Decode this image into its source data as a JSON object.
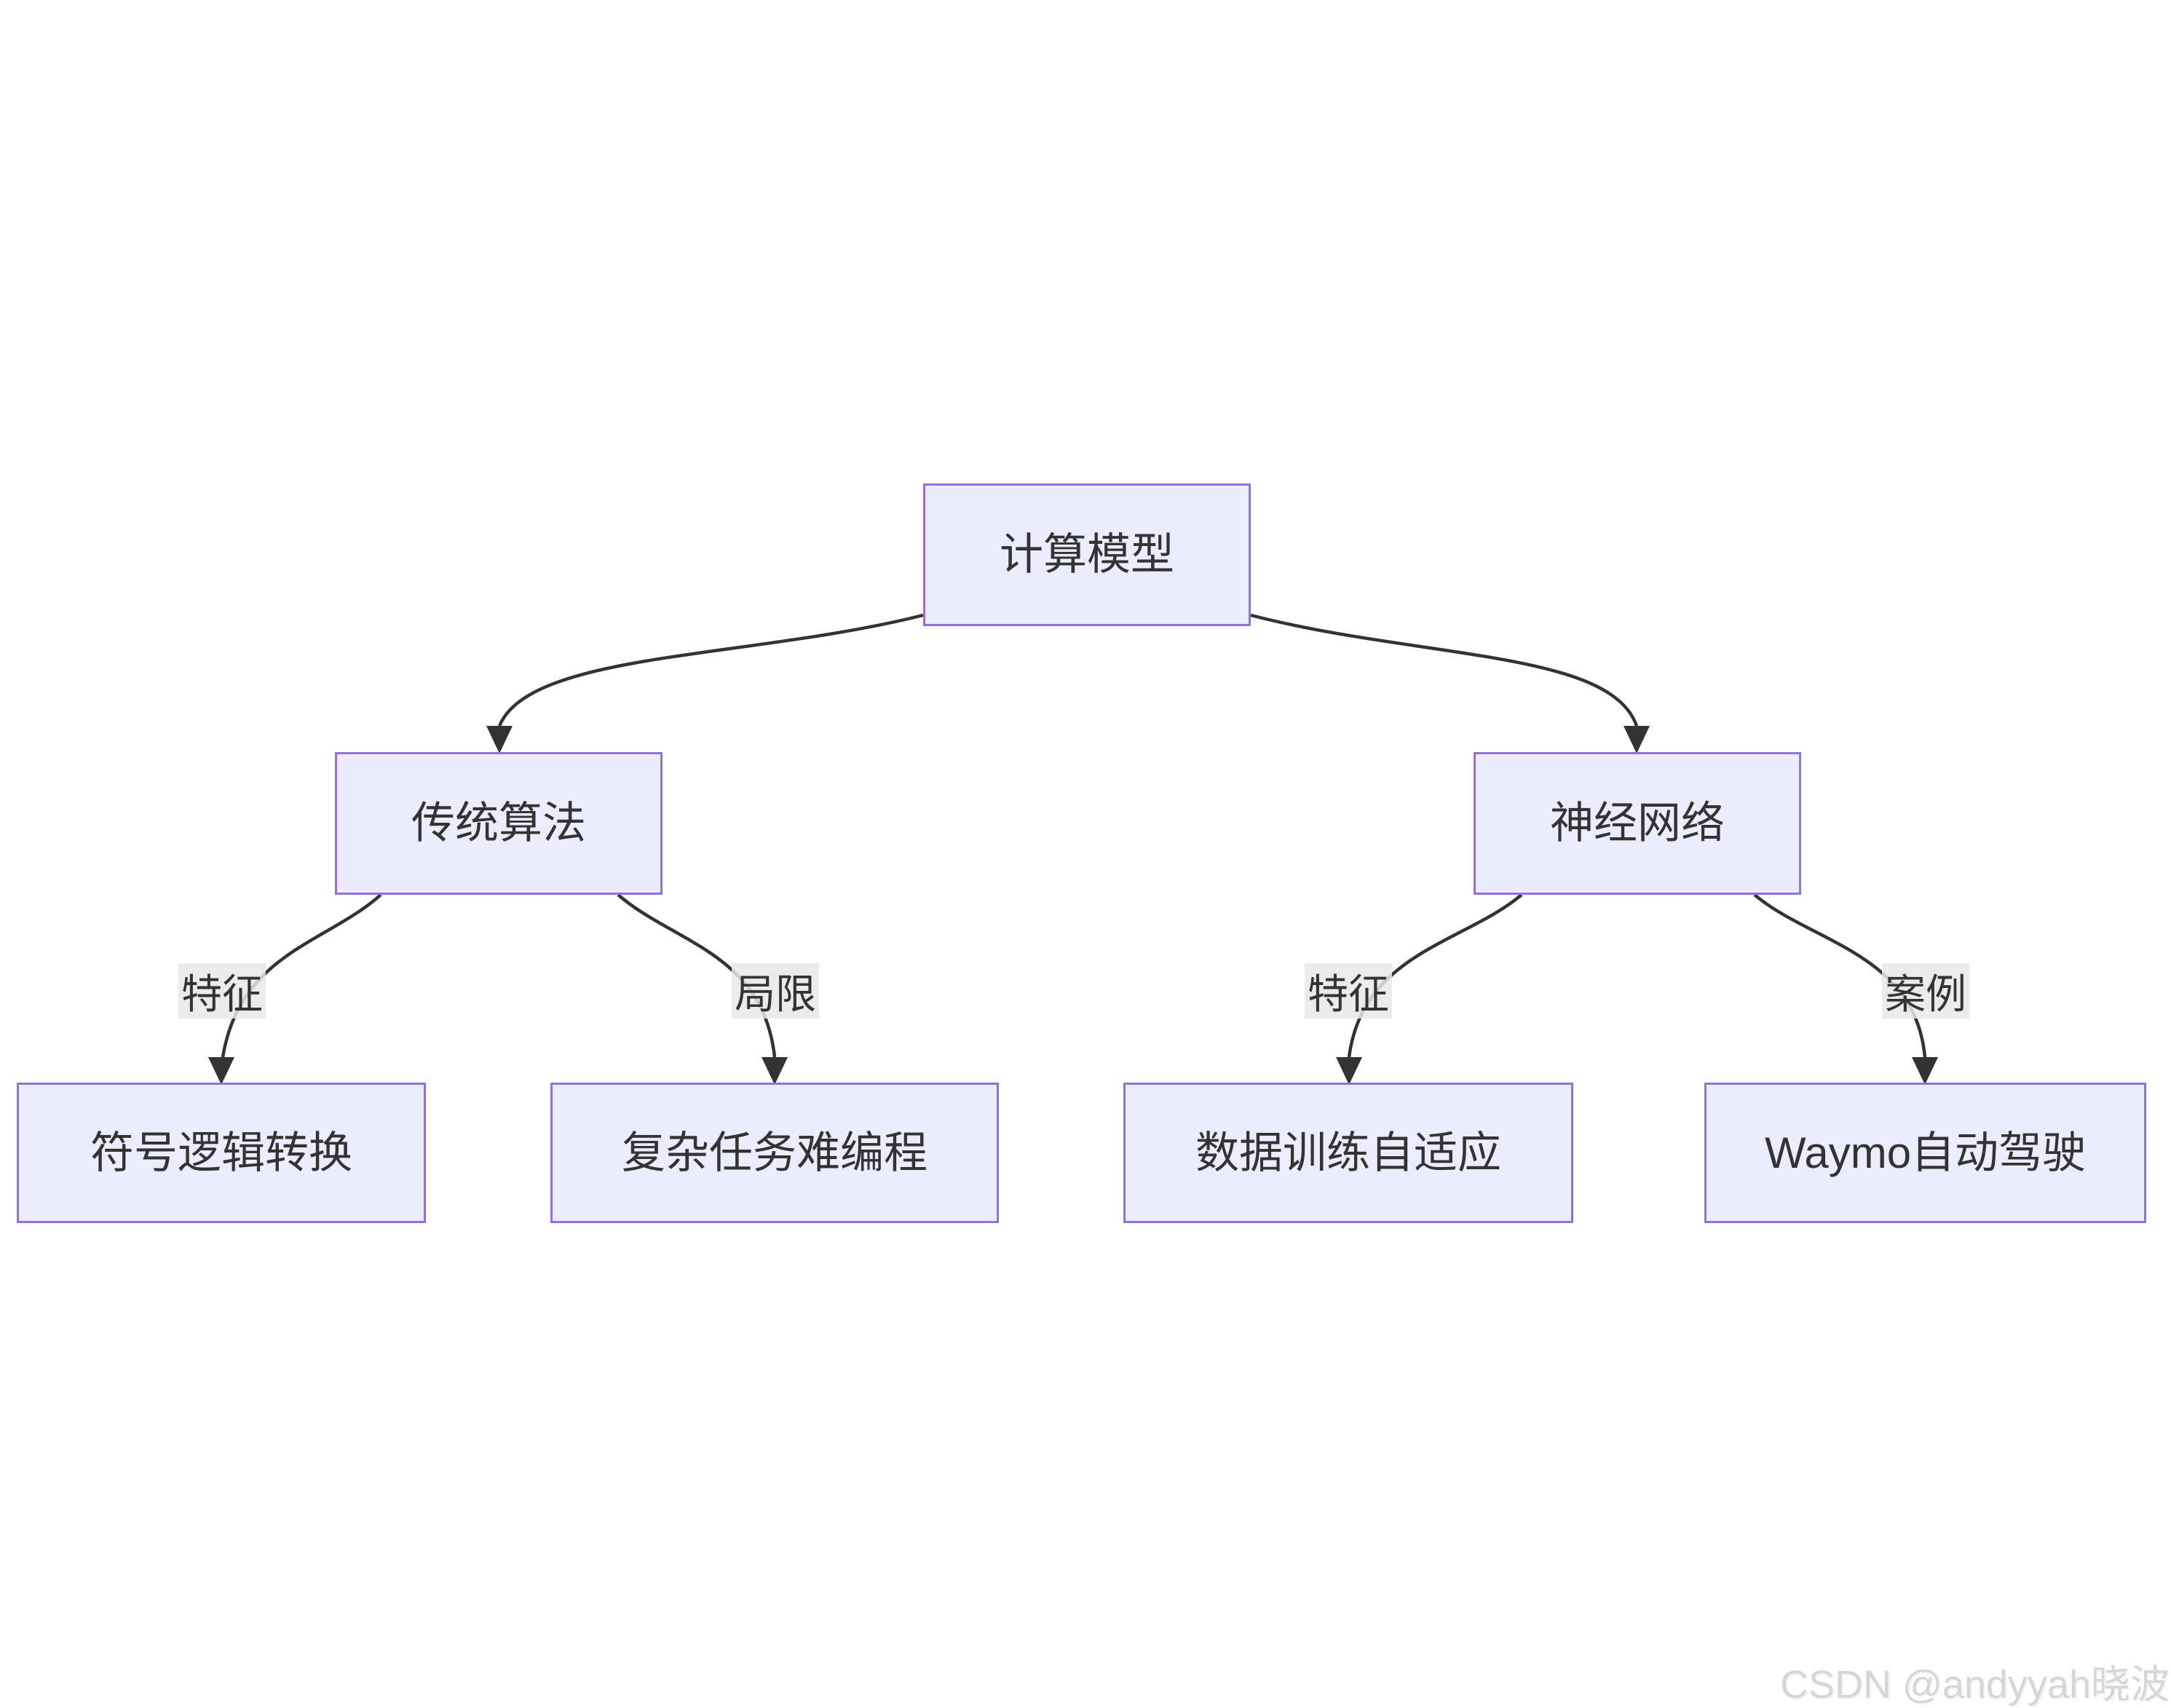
{
  "diagram": {
    "type": "flowchart-top-down",
    "nodes": [
      {
        "id": "root",
        "label": "计算模型"
      },
      {
        "id": "traditional",
        "label": "传统算法"
      },
      {
        "id": "neural",
        "label": "神经网络"
      },
      {
        "id": "symbolic",
        "label": "符号逻辑转换"
      },
      {
        "id": "complex",
        "label": "复杂任务难编程"
      },
      {
        "id": "datatrain",
        "label": "数据训练自适应"
      },
      {
        "id": "waymo",
        "label": "Waymo自动驾驶"
      }
    ],
    "edges": [
      {
        "from": "计算模型",
        "to": "传统算法",
        "label": ""
      },
      {
        "from": "计算模型",
        "to": "神经网络",
        "label": ""
      },
      {
        "from": "传统算法",
        "to": "符号逻辑转换",
        "label": "特征"
      },
      {
        "from": "传统算法",
        "to": "复杂任务难编程",
        "label": "局限"
      },
      {
        "from": "神经网络",
        "to": "数据训练自适应",
        "label": "特征"
      },
      {
        "from": "神经网络",
        "to": "Waymo自动驾驶",
        "label": "案例"
      }
    ],
    "colors": {
      "background": "#ffffff",
      "node_fill": "#ECECFF",
      "node_border": "#9370DB",
      "edge_line": "#333333",
      "edge_label_bg": "#e8e8e8",
      "text": "#333333",
      "watermark": "#d6d6d6"
    }
  },
  "watermark": {
    "text": "CSDN @andyyah晓波"
  }
}
